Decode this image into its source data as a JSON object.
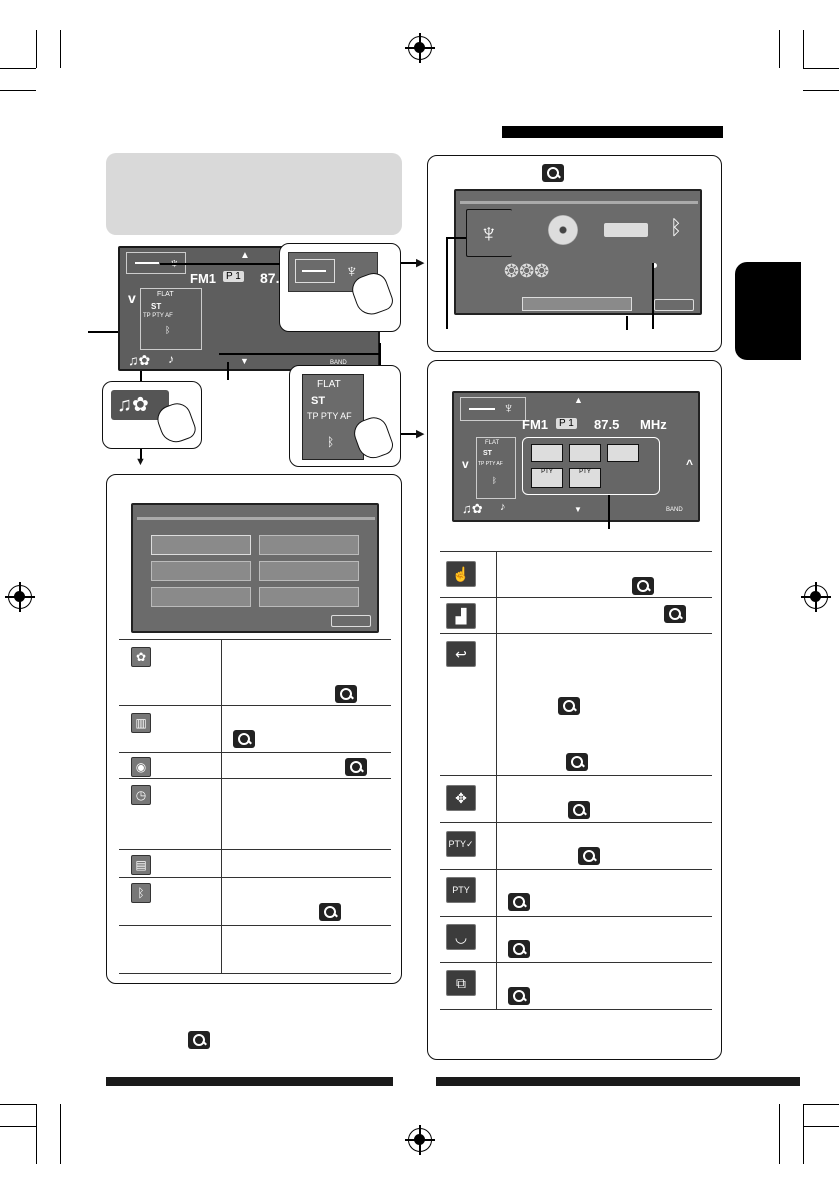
{
  "radio_display": {
    "band": "FM1",
    "preset": "P 1",
    "frequency_partial": "87.",
    "frequency_full": "87.5",
    "unit": "MHz",
    "band_button": "BAND",
    "flat": "FLAT",
    "st": "ST",
    "tp_pty_af": "TP  PTY  AF",
    "tp": "TP",
    "pty": "PTY",
    "af": "AF"
  },
  "pty_icon_label": "PTY",
  "colors": {
    "screen": "#5e5e5e",
    "panel": "#d9d9d9",
    "bar": "#000000"
  },
  "icons": [
    "antenna-icon",
    "disc-icon",
    "usb-icon",
    "bluetooth-icon",
    "ipod-icon",
    "sound-icon",
    "magnifier-icon",
    "hand-pointer-icon"
  ]
}
